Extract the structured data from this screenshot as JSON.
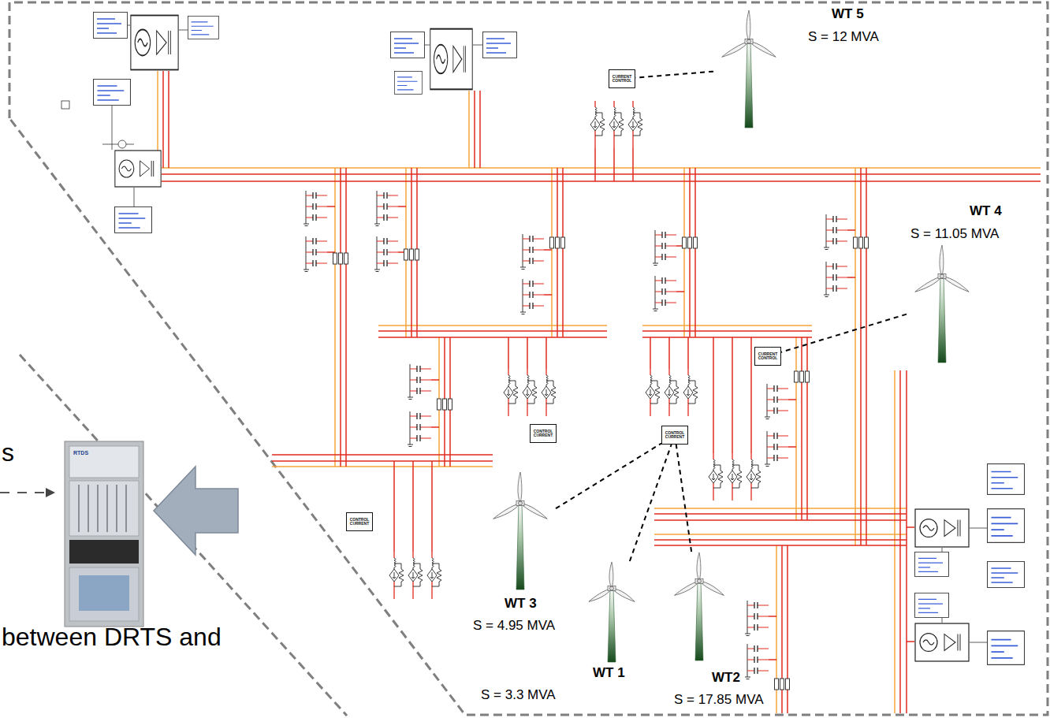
{
  "diagram": {
    "nodes": [
      {
        "text": [
          "CURRENT CONTROL"
        ]
      },
      {
        "text": [
          "WT 5",
          "S = 12 MVA"
        ]
      },
      {
        "text": [
          "WT 4",
          "S = 11.05 MVA"
        ]
      },
      {
        "text": [
          "CURRENT CONTROL"
        ]
      },
      {
        "text": [
          "CONTROL CURRENT"
        ]
      },
      {
        "text": [
          "CONTROL CURRENT"
        ]
      },
      {
        "text": [
          "CONTROL CURRENT"
        ]
      },
      {
        "text": [
          "WT 3",
          "S = 4.95 MVA"
        ]
      },
      {
        "text": [
          "WT 1",
          "S = 3.3 MVA"
        ]
      },
      {
        "text": [
          "WT2",
          "S = 17.85 MVA"
        ]
      }
    ],
    "edges": [
      {
        "from": 1,
        "to": 0,
        "arrow": "none"
      },
      {
        "from": 2,
        "to": 3,
        "arrow": "none"
      },
      {
        "from": 7,
        "to": 5,
        "arrow": "none"
      },
      {
        "from": 8,
        "to": 5,
        "arrow": "none"
      },
      {
        "from": 9,
        "to": 5,
        "arrow": "none"
      }
    ],
    "labels": [
      "s",
      "RTDS",
      "between DRTS and"
    ]
  }
}
